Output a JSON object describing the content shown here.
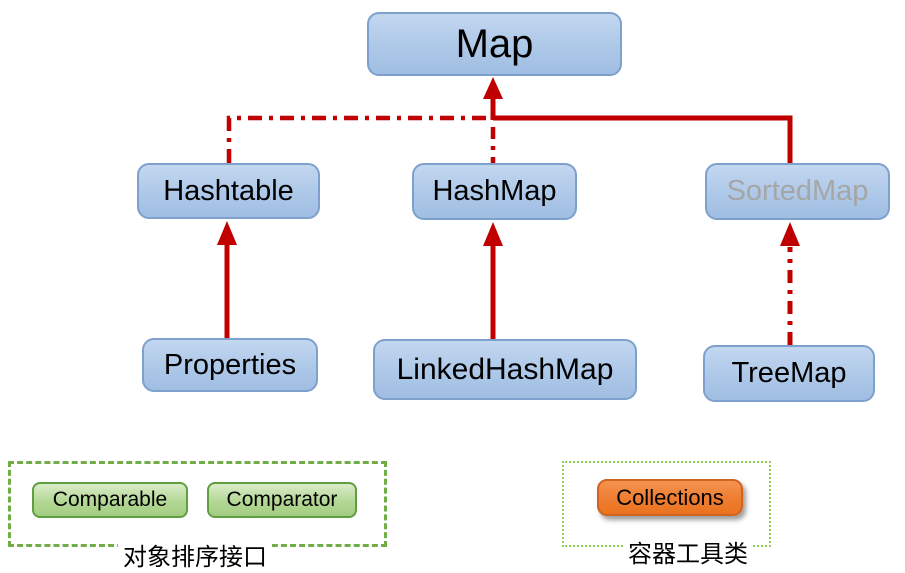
{
  "diagram": {
    "title": "Map hierarchy diagram",
    "nodes": {
      "map": {
        "label": "Map"
      },
      "hashtable": {
        "label": "Hashtable"
      },
      "hashmap": {
        "label": "HashMap"
      },
      "sortedmap": {
        "label": "SortedMap",
        "muted": true
      },
      "properties": {
        "label": "Properties"
      },
      "linkedhashmap": {
        "label": "LinkedHashMap"
      },
      "treemap": {
        "label": "TreeMap"
      }
    },
    "edges": [
      {
        "from": "hashtable",
        "to": "map",
        "style": "dash-dot"
      },
      {
        "from": "hashmap",
        "to": "map",
        "style": "dash-dot"
      },
      {
        "from": "sortedmap",
        "to": "map",
        "style": "solid"
      },
      {
        "from": "properties",
        "to": "hashtable",
        "style": "solid"
      },
      {
        "from": "linkedhashmap",
        "to": "hashmap",
        "style": "solid"
      },
      {
        "from": "treemap",
        "to": "sortedmap",
        "style": "dash-dot"
      }
    ],
    "legends": {
      "sorting": {
        "items": [
          {
            "label": "Comparable"
          },
          {
            "label": "Comparator"
          }
        ],
        "caption": "对象排序接口"
      },
      "utility": {
        "items": [
          {
            "label": "Collections"
          }
        ],
        "caption": "容器工具类"
      }
    },
    "colors": {
      "arrow_red": "#c00000",
      "node_fill_top": "#c3d7f0",
      "node_fill_bottom": "#a0bee3",
      "node_border": "#7ea0cc",
      "muted_node_text": "#a6a6a6",
      "green_chip_fill": "#b4d795",
      "green_chip_border": "#5f9e41",
      "dashed_box_border": "#70ad47",
      "dotted_box_border": "#92d050",
      "orange_chip_fill": "#ee7d31",
      "orange_chip_border": "#cf6420"
    }
  }
}
